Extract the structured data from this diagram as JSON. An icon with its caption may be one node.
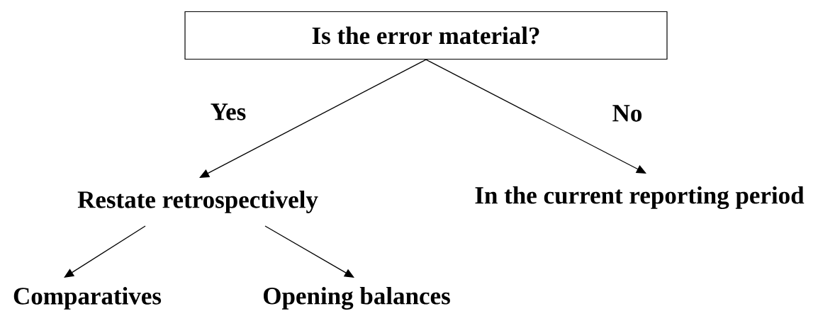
{
  "diagram": {
    "nodes": [
      {
        "text": [
          "Is the error material?"
        ]
      },
      {
        "text": [
          "Restate retrospectively"
        ]
      },
      {
        "text": [
          "In the current reporting period"
        ]
      },
      {
        "text": [
          "Comparatives"
        ]
      },
      {
        "text": [
          "Opening balances"
        ]
      }
    ],
    "edges": [
      {
        "from": 0,
        "to": 1,
        "arrow": "to",
        "label": "Yes"
      },
      {
        "from": 0,
        "to": 2,
        "arrow": "to",
        "label": "No"
      },
      {
        "from": 1,
        "to": 3,
        "arrow": "to"
      },
      {
        "from": 1,
        "to": 4,
        "arrow": "to"
      }
    ]
  }
}
